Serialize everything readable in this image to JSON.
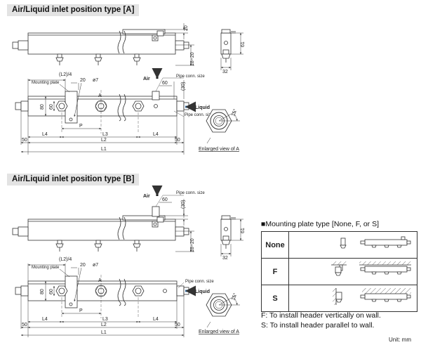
{
  "sections": [
    {
      "title": "Air/Liquid inlet position type [A]"
    },
    {
      "title": "Air/Liquid inlet position type [B]"
    }
  ],
  "labels": {
    "air": "Air",
    "liquid": "Liquid",
    "pipe_conn_size": "Pipe conn. size",
    "mounting_plate": "Mounting plate",
    "enlarged_view": "Enlarged view of A",
    "point_a": "A",
    "l2_4": "(L2)/4",
    "phi7": "ø7",
    "dim_20": "20",
    "dim_60": "60",
    "dim_30": "(30)",
    "dim_80": "80",
    "dim_61": "61",
    "dim_32": "32",
    "dim_18_20": "18~20",
    "dim_15deg": "15°",
    "dim_50": "50",
    "dim_l1": "L1",
    "dim_l2": "L2",
    "dim_l3": "L3",
    "dim_l4": "L4",
    "dim_p": "P"
  },
  "mounting_plate": {
    "title": "■Mounting plate type [None, F, or S]",
    "rows": [
      {
        "label": "None"
      },
      {
        "label": "F"
      },
      {
        "label": "S"
      }
    ],
    "notes": [
      "F: To install header vertically on wall.",
      "S: To install header parallel to wall."
    ]
  },
  "unit": "Unit: mm"
}
